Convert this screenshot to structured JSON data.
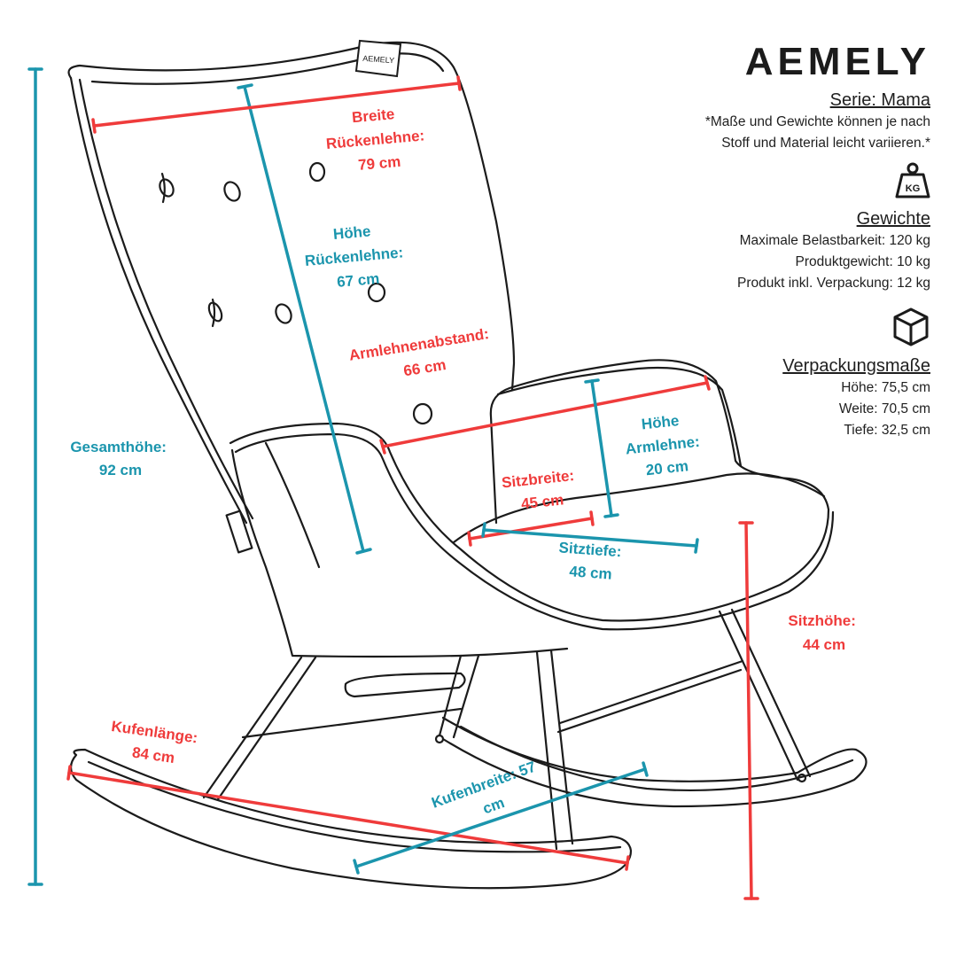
{
  "brand": {
    "logo": "AEMELY",
    "series_label": "Serie: Mama",
    "note": "*Maße und Gewichte können je nach Stoff und Material leicht variieren.*",
    "weights_icon": "weight-kg-icon",
    "weights_icon_text": "KG",
    "weights_title": "Gewichte",
    "weights": [
      "Maximale Belastbarkeit: 120 kg",
      "Produktgewicht: 10 kg",
      "Produkt inkl. Verpackung: 12 kg"
    ],
    "package_icon": "box-icon",
    "package_title": "Verpackungsmaße",
    "package": [
      "Höhe: 75,5 cm",
      "Weite: 70,5 cm",
      "Tiefe: 32,5 cm"
    ],
    "chair_tag": "AEMELY"
  },
  "colors": {
    "red": "#ef3b3b",
    "teal": "#1b95ad",
    "ink": "#1b1b1b"
  },
  "dimensions": [
    {
      "id": "breite-rueckenlehne",
      "color": "red",
      "lines": [
        "Breite",
        "Rückenlehne:",
        "79 cm"
      ]
    },
    {
      "id": "hoehe-rueckenlehne",
      "color": "teal",
      "lines": [
        "Höhe",
        "Rückenlehne:",
        "67 cm"
      ]
    },
    {
      "id": "armlehnenabstand",
      "color": "red",
      "lines": [
        "Armlehnenabstand:",
        "66 cm"
      ]
    },
    {
      "id": "hoehe-armlehne",
      "color": "teal",
      "lines": [
        "Höhe",
        "Armlehne:",
        "20 cm"
      ]
    },
    {
      "id": "sitzbreite",
      "color": "red",
      "lines": [
        "Sitzbreite:",
        "45 cm"
      ]
    },
    {
      "id": "sitztiefe",
      "color": "teal",
      "lines": [
        "Sitztiefe:",
        "48 cm"
      ]
    },
    {
      "id": "gesamthoehe",
      "color": "teal",
      "lines": [
        "Gesamthöhe:",
        "92 cm"
      ]
    },
    {
      "id": "sitzhoehe",
      "color": "red",
      "lines": [
        "Sitzhöhe:",
        "44 cm"
      ]
    },
    {
      "id": "kufenlaenge",
      "color": "red",
      "lines": [
        "Kufenlänge:",
        "84 cm"
      ]
    },
    {
      "id": "kufenbreite",
      "color": "teal",
      "lines": [
        "Kufenbreite: 57",
        "cm"
      ]
    }
  ]
}
